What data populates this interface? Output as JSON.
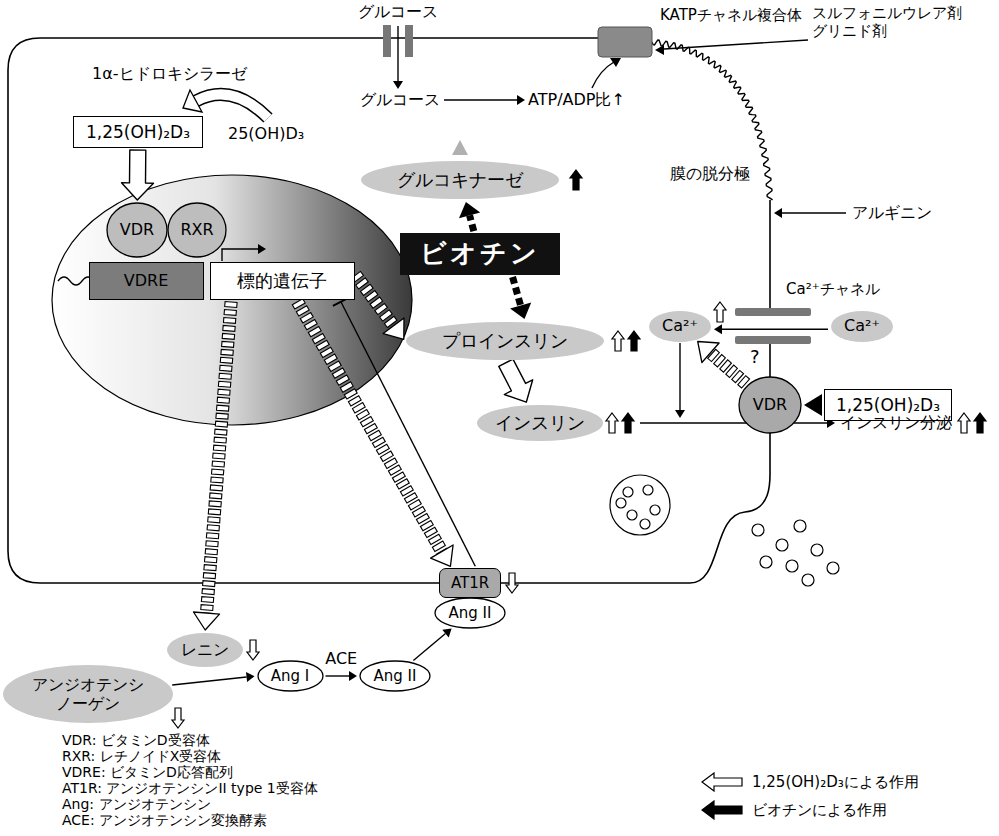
{
  "diagram": {
    "nodes": [
      {
        "text": [
          "1,25(OH)₂D₃"
        ]
      },
      {
        "text": [
          "グルコキナーゼ"
        ]
      },
      {
        "text": [
          "ビオチン"
        ]
      },
      {
        "text": [
          "VDR"
        ]
      },
      {
        "text": [
          "RXR"
        ]
      },
      {
        "text": [
          "VDRE"
        ]
      },
      {
        "text": [
          "標的遺伝子"
        ]
      },
      {
        "text": [
          "Ca²⁺"
        ]
      },
      {
        "text": [
          "Ca²⁺"
        ]
      },
      {
        "text": [
          "プロインスリン"
        ]
      },
      {
        "text": [
          "VDR"
        ]
      },
      {
        "text": [
          "1,25(OH)₂D₃"
        ]
      },
      {
        "text": [
          "インスリン"
        ]
      },
      {
        "text": [
          "AT1R"
        ]
      },
      {
        "text": [
          "Ang II"
        ]
      },
      {
        "text": [
          "レニン"
        ]
      },
      {
        "text": [
          "Ang I"
        ]
      },
      {
        "text": [
          "Ang II"
        ]
      },
      {
        "text": [
          "アンジオテンシノーゲン"
        ]
      }
    ],
    "edges": [
      {
        "from": 0,
        "to": 3,
        "arrow": "to"
      },
      {
        "from": 2,
        "to": 1,
        "arrow": "to"
      },
      {
        "from": 2,
        "to": 9,
        "arrow": "to"
      },
      {
        "from": 8,
        "to": 7,
        "arrow": "to"
      },
      {
        "from": 11,
        "to": 10,
        "arrow": "to"
      },
      {
        "from": 10,
        "to": 7,
        "arrow": "to"
      },
      {
        "from": 6,
        "to": 9,
        "arrow": "to"
      },
      {
        "from": 9,
        "to": 12,
        "arrow": "to"
      },
      {
        "from": 6,
        "to": 13,
        "arrow": "to"
      },
      {
        "from": 6,
        "to": 15,
        "arrow": "to"
      },
      {
        "from": 13,
        "to": 6,
        "arrow": "to"
      },
      {
        "from": 18,
        "to": 16,
        "arrow": "to"
      },
      {
        "from": 16,
        "to": 17,
        "label": "ACE",
        "arrow": "to"
      },
      {
        "from": 17,
        "to": 14,
        "arrow": "to"
      }
    ],
    "labels": [
      "グルコース",
      "KATPチャネル複合体",
      "スルフォニルウレア剤 グリニド剤",
      "1α-ヒドロキシラーゼ",
      "グルコース",
      "ATP/ADP比↑",
      "25(OH)D₃",
      "膜の脱分極",
      "アルギニン",
      "Ca²⁺チャネル",
      "?",
      "インスリン分泌",
      "VDR: ビタミンD受容体",
      "RXR: レチノイドX受容体",
      "VDRE: ビタミンD応答配列",
      "AT1R: アンジオテンシンII type 1受容体",
      "Ang: アンジオテンシン",
      "ACE: アンジオテンシン変換酵素"
    ],
    "legend": [
      {
        "text": "1,25(OH)₂D₃による作用"
      },
      {
        "text": "ビオチンによる作用"
      }
    ]
  }
}
